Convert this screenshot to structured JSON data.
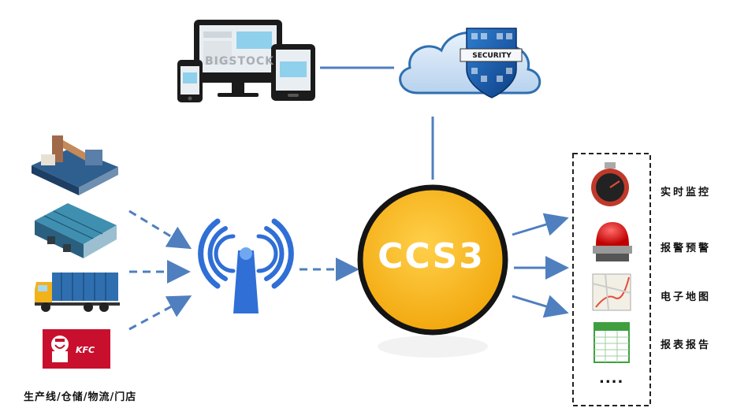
{
  "center": {
    "label": "CCS3"
  },
  "cloud": {
    "badge": "SECURITY"
  },
  "devices": {
    "watermark": "BIGSTOCK"
  },
  "sources": {
    "caption": "生产线/仓储/物流/门店",
    "kfc_logo": "KFC"
  },
  "outputs": {
    "items": [
      {
        "label": "实时监控",
        "icon": "stopwatch-icon"
      },
      {
        "label": "报警预警",
        "icon": "alarm-light-icon"
      },
      {
        "label": "电子地图",
        "icon": "map-icon"
      },
      {
        "label": "报表报告",
        "icon": "spreadsheet-icon"
      }
    ],
    "more": "...."
  },
  "colors": {
    "hub": "#f7b51c",
    "arrow": "#4f7fbf",
    "antenna": "#2f6fd6"
  }
}
